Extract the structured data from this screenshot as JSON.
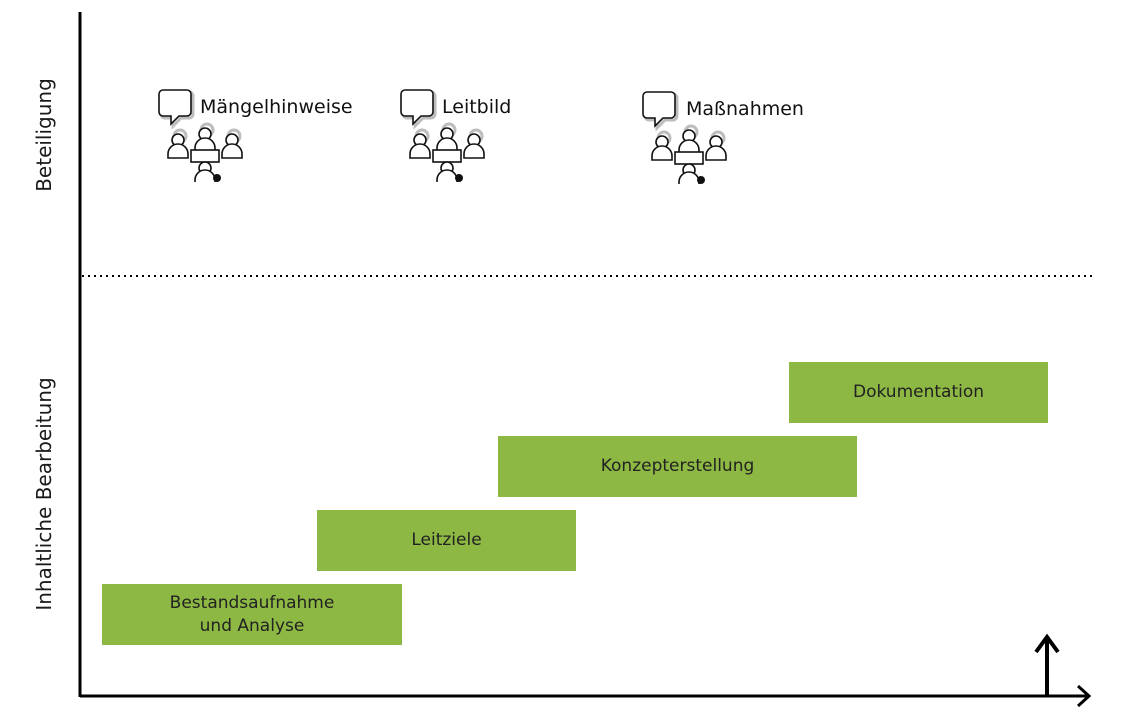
{
  "diagram": {
    "lanes": {
      "top": "Beteiligung",
      "bottom": "Inhaltliche Bearbeitung"
    },
    "events": [
      {
        "label": "Mängelhinweise",
        "icon": "meeting-speech-icon"
      },
      {
        "label": "Leitbild",
        "icon": "meeting-speech-icon"
      },
      {
        "label": "Maßnahmen",
        "icon": "meeting-speech-icon"
      }
    ],
    "phases": [
      {
        "label": "Bestandsaufnahme\nund Analyse"
      },
      {
        "label": "Leitziele"
      },
      {
        "label": "Konzepterstellung"
      },
      {
        "label": "Dokumentation"
      }
    ],
    "colors": {
      "phase": "#8db843",
      "axis": "#000000"
    }
  }
}
